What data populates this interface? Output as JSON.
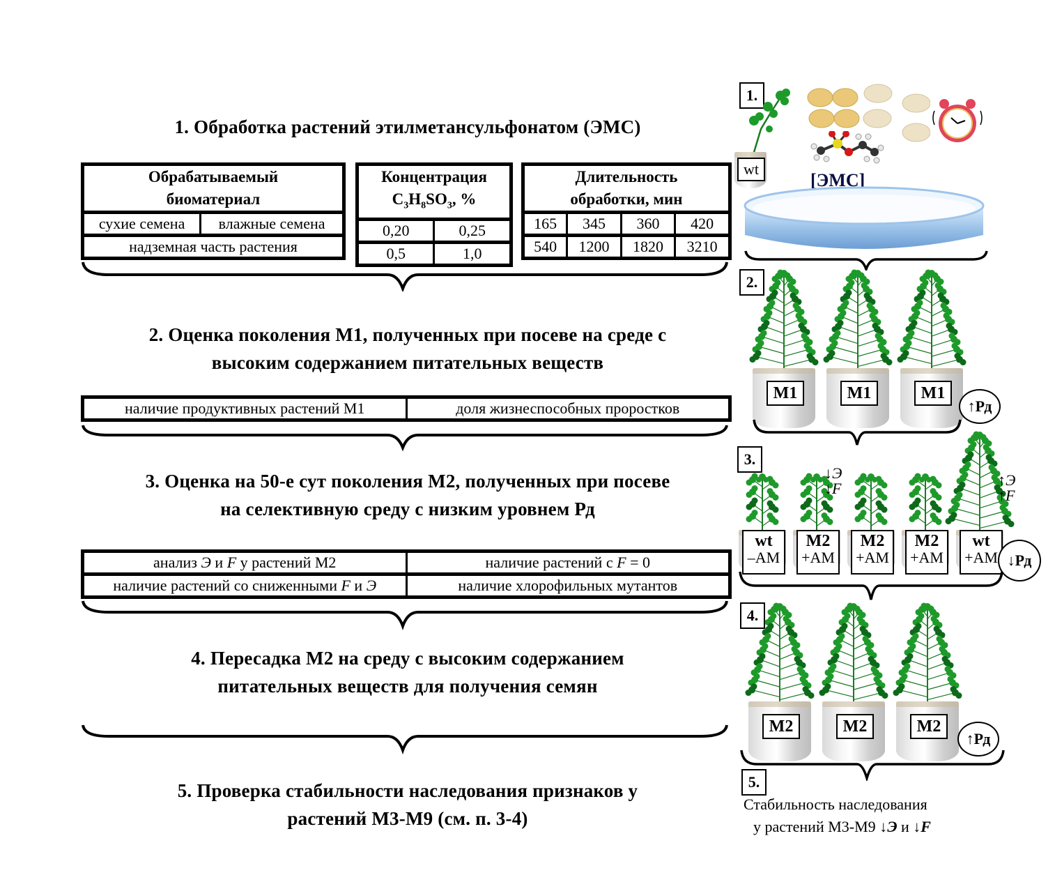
{
  "steps": [
    {
      "heading": "1. Обработка растений этилметансульфонатом (ЭМС)"
    },
    {
      "heading_line1": "2. Оценка поколения М1, полученных при посеве на среде с",
      "heading_line2": "высоким содержанием питательных веществ"
    },
    {
      "heading_line1": "3. Оценка на 50-е сут поколения М2, полученных при посеве",
      "heading_line2": "на селективную среду с низким уровнем Рд"
    },
    {
      "heading_line1": "4. Пересадка М2 на среду с высоким содержанием",
      "heading_line2": "питательных веществ для получения семян"
    },
    {
      "heading_line1": "5. Проверка стабильности наследования признаков у",
      "heading_line2": "растений М3-М9 (см. п. 3-4)"
    }
  ],
  "table1": {
    "biomaterial": {
      "header_line1": "Обрабатываемый",
      "header_line2": "биоматериал",
      "row1": [
        "сухие семена",
        "влажные семена"
      ],
      "row2": "надземная часть растения"
    },
    "concentration": {
      "header_line1": "Концентрация",
      "header_formula": {
        "c": "C",
        "c_sub": "3",
        "h": "H",
        "h_sub": "8",
        "so": "SO",
        "so_sub": "3",
        "unit": ", %"
      },
      "row1": [
        "0,20",
        "0,25"
      ],
      "row2": [
        "0,5",
        "1,0"
      ]
    },
    "duration": {
      "header_line1": "Длительность",
      "header_line2": "обработки, мин",
      "row1": [
        "165",
        "345",
        "360",
        "420"
      ],
      "row2": [
        "540",
        "1200",
        "1820",
        "3210"
      ]
    }
  },
  "table2": {
    "cells": [
      "наличие продуктивных растений М1",
      "доля жизнеспособных проростков"
    ]
  },
  "table3": {
    "r1c1": {
      "pre": "анализ ",
      "e": "Э",
      "mid": " и ",
      "f": "F",
      "post": "  у растений М2"
    },
    "r1c2": {
      "pre": "наличие растений с ",
      "f": "F",
      "post": " = 0"
    },
    "r2c1": {
      "pre": "наличие растений со сниженными ",
      "f": "F",
      "mid": " и ",
      "e": "Э"
    },
    "r2c2": "наличие хлорофильных мутантов"
  },
  "illustration": {
    "panel1": {
      "number": "1.",
      "pot_label": "wt",
      "chemical_label": "[ЭМС]",
      "icons": [
        "clover-plant",
        "seeds",
        "ems-molecule",
        "alarm-clock",
        "petri-dish"
      ]
    },
    "panel2": {
      "number": "2.",
      "pots": [
        "M1",
        "M1",
        "M1"
      ],
      "nutrient": {
        "arrow": "↑",
        "label": "Рд"
      }
    },
    "panel3": {
      "number": "3.",
      "pots": [
        {
          "line1": "wt",
          "line2": "–AM"
        },
        {
          "line1": "M2",
          "line2": "+AM"
        },
        {
          "line1": "M2",
          "line2": "+AM"
        },
        {
          "line1": "M2",
          "line2": "+AM"
        },
        {
          "line1": "wt",
          "line2": "+AM"
        }
      ],
      "decrease_marks": {
        "arrow": "↓",
        "e": "Э",
        "f": "F"
      },
      "increase_marks": {
        "arrow": "↑",
        "e": "Э",
        "f": "F"
      },
      "nutrient": {
        "arrow": "↓",
        "label": "Рд"
      }
    },
    "panel4": {
      "number": "4.",
      "pots": [
        "M2",
        "M2",
        "M2"
      ],
      "nutrient": {
        "arrow": "↑",
        "label": "Рд"
      }
    },
    "panel5": {
      "number": "5.",
      "line1": "Стабильность наследования",
      "line2_pre": "у растений М3-М9 ",
      "arrow": "↓",
      "e": "Э",
      "mid": " и ",
      "f": "F"
    }
  },
  "colors": {
    "leaf": "#1e9a2a",
    "leaf_dark": "#0d6a1a",
    "dish": "#9ec4ea",
    "seed": "#e8c878",
    "clock": "#e0455a"
  }
}
